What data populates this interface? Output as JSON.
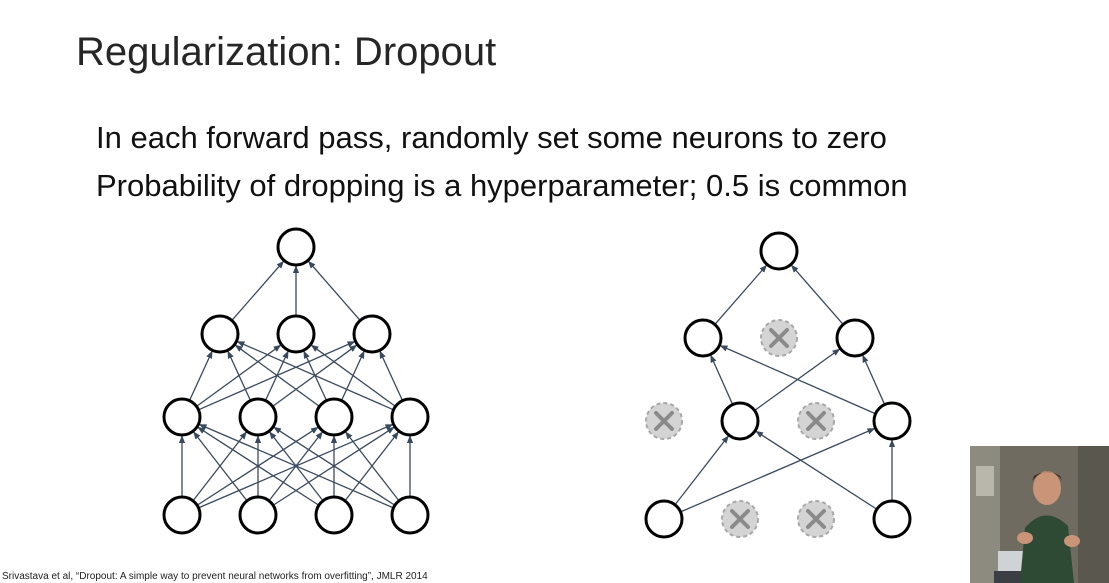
{
  "slide": {
    "title": "Regularization: Dropout",
    "bullets": [
      "In each forward pass, randomly set some neurons to zero",
      "Probability of dropping is a hyperparameter; 0.5 is common"
    ],
    "citation": "Srivastava et al, “Dropout: A simple way to prevent neural networks from overfitting”, JMLR 2014"
  },
  "diagram": {
    "colors": {
      "node_stroke": "#000000",
      "edge": "#3a4a5e",
      "dropped_fill": "#d4d4d4",
      "dropped_stroke": "#a8a8a8",
      "dropped_x": "#8a8a8a"
    },
    "full_network": {
      "layer_sizes": [
        4,
        4,
        3,
        1
      ],
      "dropped": []
    },
    "dropout_network": {
      "layer_sizes": [
        4,
        4,
        3,
        1
      ],
      "dropped": [
        [
          0,
          1
        ],
        [
          0,
          2
        ],
        [
          1,
          0
        ],
        [
          1,
          2
        ],
        [
          2,
          1
        ]
      ]
    }
  },
  "webcam": {
    "icon": "presenter-video-icon"
  }
}
